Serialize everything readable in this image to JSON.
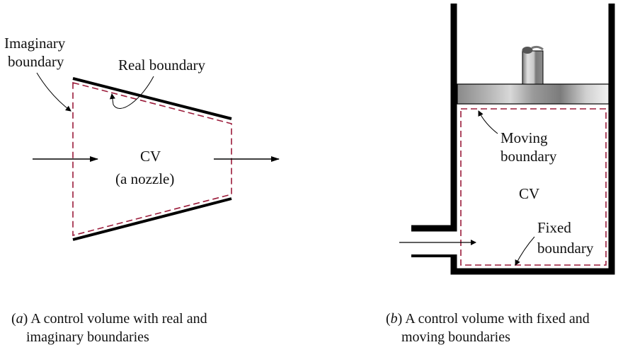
{
  "panel_a": {
    "labels": {
      "imaginary_boundary_line1": "Imaginary",
      "imaginary_boundary_line2": "boundary",
      "real_boundary": "Real boundary",
      "cv": "CV",
      "cv_sub": "(a nozzle)"
    },
    "caption": {
      "tag": "a",
      "line1": "A control volume with real and",
      "line2": "imaginary boundaries"
    }
  },
  "panel_b": {
    "labels": {
      "moving_boundary_line1": "Moving",
      "moving_boundary_line2": "boundary",
      "cv": "CV",
      "fixed_boundary_line1": "Fixed",
      "fixed_boundary_line2": "boundary"
    },
    "caption": {
      "tag": "b",
      "line1": "A control volume with fixed and",
      "line2": "moving boundaries"
    }
  },
  "colors": {
    "imaginary_boundary": "#9b1b3a",
    "real_boundary": "#000000"
  }
}
